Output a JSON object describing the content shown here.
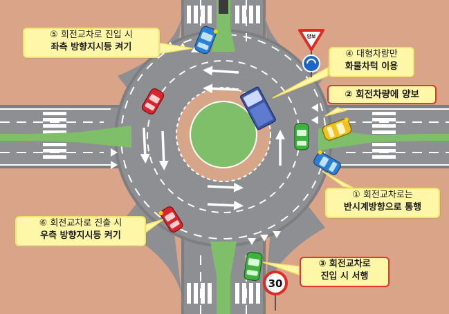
{
  "callouts": {
    "c5": {
      "line1": "⑤ 회전교차로 진입 시",
      "line2": "좌측 방향지시등 켜기"
    },
    "c4": {
      "line1": "④ 대형차량만",
      "line2": "화물차턱 이용"
    },
    "c2": {
      "line1": "② 회전차량에 양보"
    },
    "c1": {
      "line1": "① 회전교차로는",
      "line2": "반시계방향으로 통행"
    },
    "c6": {
      "line1": "⑥ 회전교차로 진출 시",
      "line2": "우측 방향지시등 켜기"
    },
    "c3": {
      "line1": "③ 회전교차로",
      "line2": "진입 시 서행"
    }
  },
  "signs": {
    "yield_text": "양보",
    "speed_limit": "30"
  },
  "colors": {
    "background": "#d9a487",
    "asphalt": "#8e8f93",
    "island": "#7fbf6a",
    "callout_fill": "#fff7a8",
    "callout_border": "#f3e36a",
    "callout_red_border": "#e03a2f",
    "sign_red": "#e02a24",
    "sign_blue": "#1e66c5"
  },
  "icons": {
    "yield_sign": "yield-sign-icon",
    "roundabout_sign": "roundabout-sign-icon",
    "speed_sign": "speed-limit-sign-icon"
  }
}
